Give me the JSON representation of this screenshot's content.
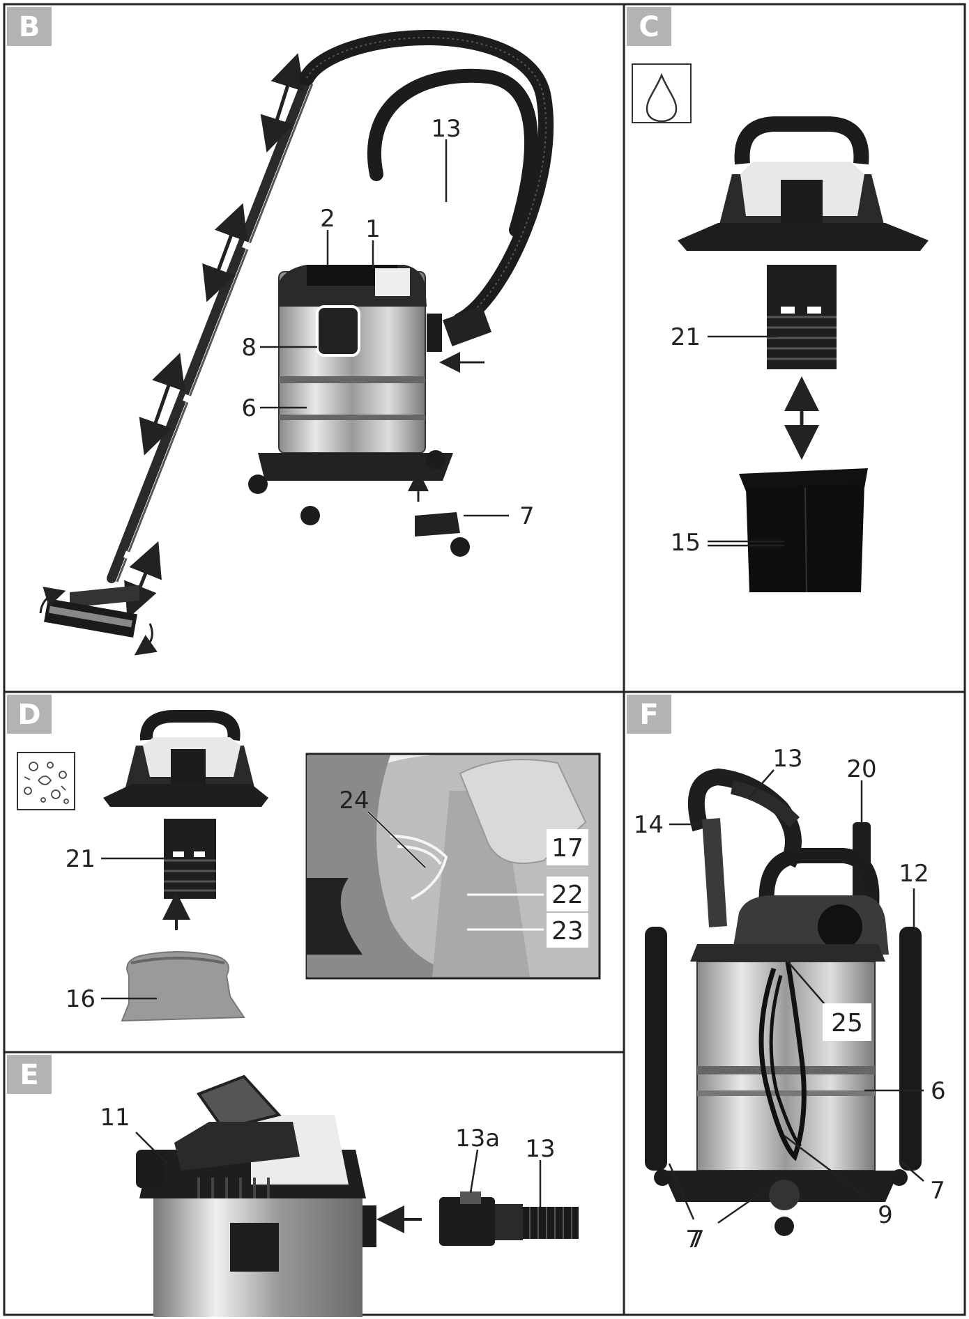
{
  "panels": {
    "B": {
      "tag": "B",
      "labels": [
        "13",
        "2",
        "1",
        "8",
        "6",
        "7"
      ]
    },
    "C": {
      "tag": "C",
      "labels": [
        "21",
        "15"
      ]
    },
    "D": {
      "tag": "D",
      "labels": [
        "21",
        "16",
        "24",
        "17",
        "22",
        "23"
      ]
    },
    "E": {
      "tag": "E",
      "labels": [
        "11",
        "13a",
        "13"
      ]
    },
    "F": {
      "tag": "F",
      "labels": [
        "13",
        "20",
        "14",
        "12",
        "25",
        "6",
        "7",
        "7",
        "9",
        "7"
      ]
    }
  },
  "icons": {
    "C": "water-drop-icon",
    "D": "dry-debris-icon"
  },
  "colors": {
    "border": "#222222",
    "tag_bg": "#b3b3b3",
    "dark": "#1e1e1e",
    "steel": "#b8b8b8"
  }
}
